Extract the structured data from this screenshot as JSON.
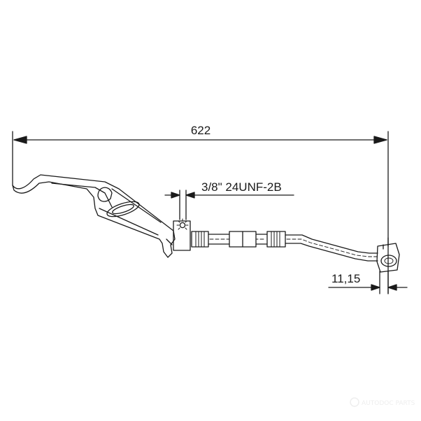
{
  "dimensions": {
    "overall_length": "622",
    "thread_spec": "3/8\" 24UNF-2B",
    "end_offset": "11,15"
  },
  "watermark": {
    "text": "AUTODOC PARTS"
  },
  "colors": {
    "line": "#1a1a1a",
    "background": "#ffffff",
    "watermark": "#eeeeee"
  }
}
